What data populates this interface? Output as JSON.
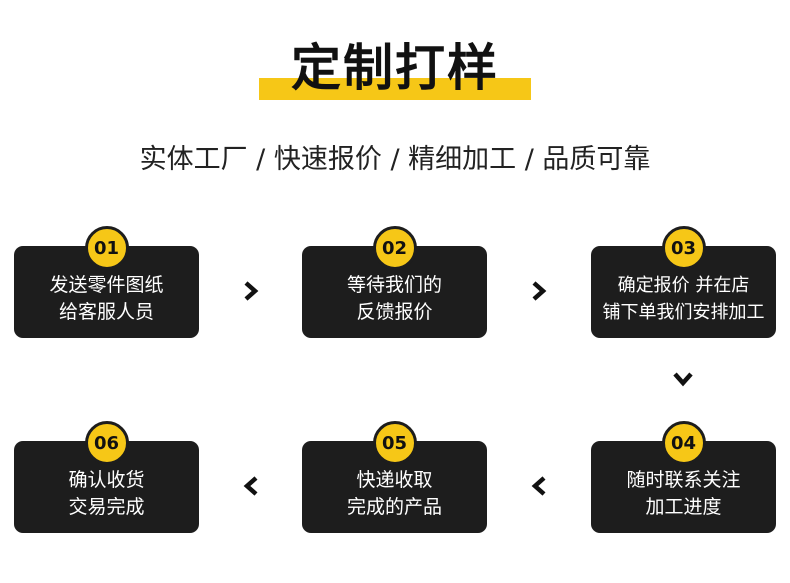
{
  "header": {
    "title": "定制打样",
    "subtitle": "实体工厂 / 快速报价 / 精细加工 / 品质可靠"
  },
  "steps": [
    {
      "num": "01",
      "line1": "发送零件图纸",
      "line2": "给客服人员"
    },
    {
      "num": "02",
      "line1": "等待我们的",
      "line2": "反馈报价"
    },
    {
      "num": "03",
      "line1": "确定报价 并在店",
      "line2": "铺下单我们安排加工"
    },
    {
      "num": "04",
      "line1": "随时联系关注",
      "line2": "加工进度"
    },
    {
      "num": "05",
      "line1": "快递收取",
      "line2": "完成的产品"
    },
    {
      "num": "06",
      "line1": "确认收货",
      "line2": "交易完成"
    }
  ],
  "colors": {
    "accent": "#f6c717",
    "card": "#1d1d1d",
    "text": "#ffffff"
  },
  "icons": {
    "arrow_right": "chevron-right-icon",
    "arrow_down": "chevron-down-icon",
    "arrow_left": "chevron-left-icon"
  }
}
